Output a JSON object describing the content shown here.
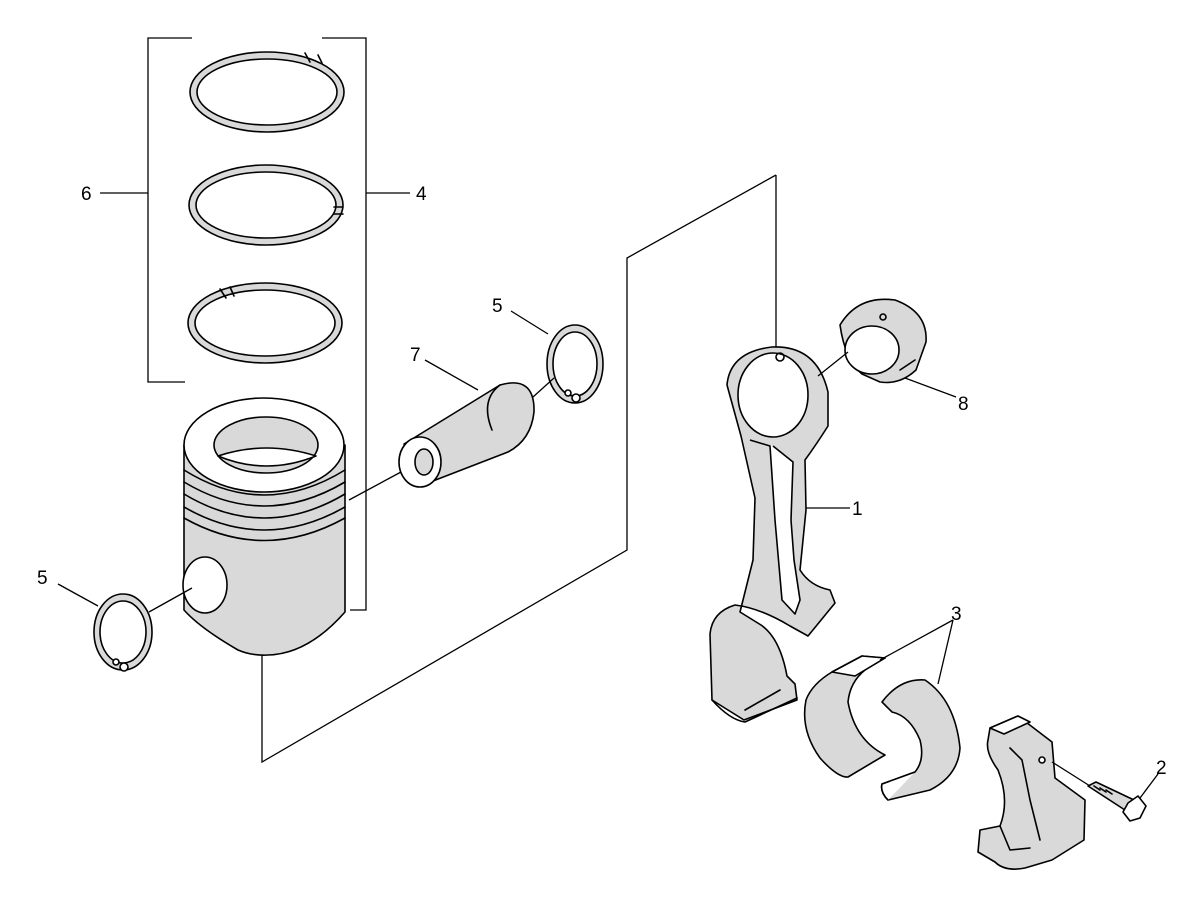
{
  "callouts": [
    {
      "id": "part-1",
      "label": "1"
    },
    {
      "id": "part-2",
      "label": "2"
    },
    {
      "id": "part-3",
      "label": "3"
    },
    {
      "id": "part-4",
      "label": "4"
    },
    {
      "id": "part-5a",
      "label": "5"
    },
    {
      "id": "part-5b",
      "label": "5"
    },
    {
      "id": "part-6",
      "label": "6"
    },
    {
      "id": "part-7",
      "label": "7"
    },
    {
      "id": "part-8",
      "label": "8"
    }
  ]
}
